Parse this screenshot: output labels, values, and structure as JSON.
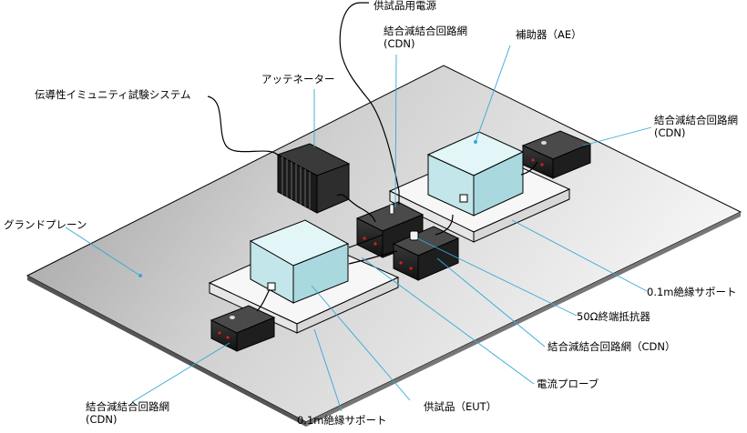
{
  "labels": {
    "power_supply": "供試品用電源",
    "cdn_top": "結合減結合回路網\n(CDN)",
    "ae": "補助器（AE）",
    "antenna": "アッテネーター",
    "immunity_system": "伝導性イミュニティ試験システム",
    "cdn_right": "結合減結合回路網\n(CDN)",
    "ground_plane": "グランドプレーン",
    "support_right": "0.1m絶縁サポート",
    "terminator": "50Ω終端抵抗器",
    "cdn_mid": "結合減結合回路網（CDN）",
    "current_probe": "電流プローブ",
    "cdn_bottom": "結合減結合回路網\n(CDN)",
    "eut": "供試品（EUT）",
    "support_bottom": "0.1m絶縁サポート"
  },
  "colors": {
    "box_face": "#cfecef",
    "device_dark": "#2b2b2b",
    "leader_line": "#35a9d6",
    "red_port": "#d22020"
  }
}
